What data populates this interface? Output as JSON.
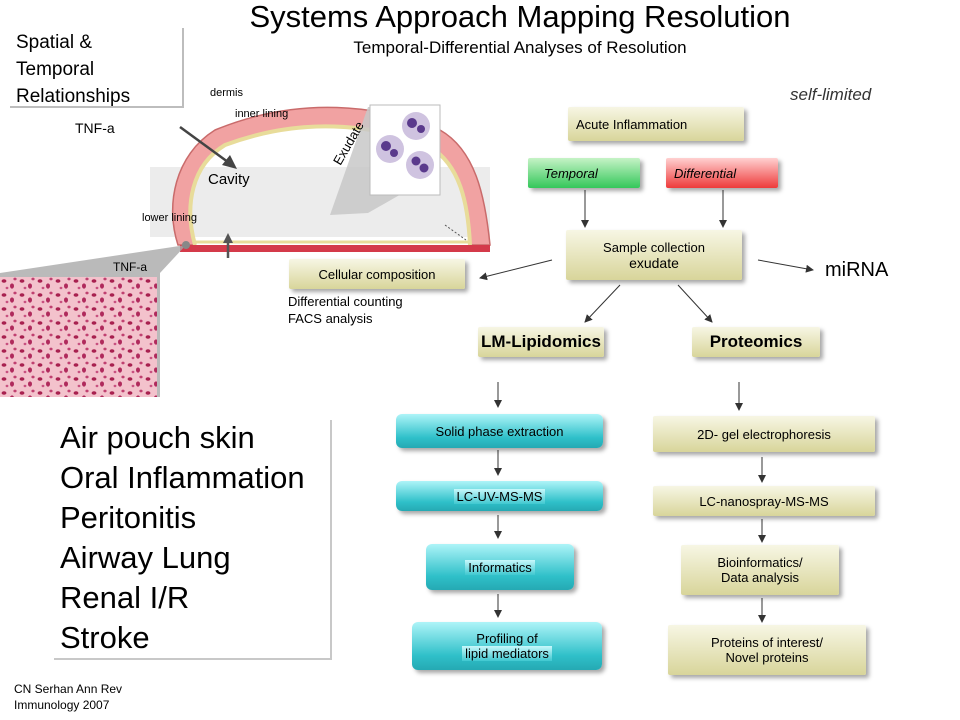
{
  "title": "Systems Approach Mapping Resolution",
  "subtitle": "Temporal-Differential Analyses of Resolution",
  "corner_label": [
    "Spatial &",
    "Temporal",
    "Relationships"
  ],
  "self_limited": "self-limited",
  "pouch": {
    "tnf_top": "TNF-a",
    "dermis": "dermis",
    "inner_lining": "inner lining",
    "cavity": "Cavity",
    "exudate": "Exudate",
    "lower_lining": "lower lining",
    "tnf_inset": "TNF-a"
  },
  "flow": {
    "acute": "Acute Inflammation",
    "temporal": "Temporal",
    "differential": "Differential",
    "sample_line1": "Sample collection",
    "sample_line2": "exudate",
    "cellular": "Cellular composition",
    "diff_counting": "Differential counting",
    "facs": "FACS analysis",
    "mirna": "miRNA",
    "lipidomics": "LM-Lipidomics",
    "proteomics": "Proteomics",
    "spe": "Solid phase extraction",
    "lcuv": "LC-UV-MS-MS",
    "informatics": "Informatics",
    "profiling_line1": "Profiling of",
    "profiling_line2": "lipid mediators",
    "gel": "2D- gel electrophoresis",
    "nanospray": "LC-nanospray-MS-MS",
    "bioinfo_line1": "Bioinformatics/",
    "bioinfo_line2": "Data analysis",
    "proteins_line1": "Proteins of interest/",
    "proteins_line2": "Novel proteins"
  },
  "models": [
    "Air pouch skin",
    "Oral Inflammation",
    "Peritonitis",
    "Airway Lung",
    "Renal I/R",
    "Stroke"
  ],
  "citation": [
    "CN Serhan Ann Rev",
    "Immunology 2007"
  ],
  "colors": {
    "beige": "#e6e4b8",
    "cyan": "#33c3cc",
    "green": "#3cc860",
    "red": "#ee4444",
    "tissue": "#f0a0a0",
    "stain": "#b8285a"
  }
}
